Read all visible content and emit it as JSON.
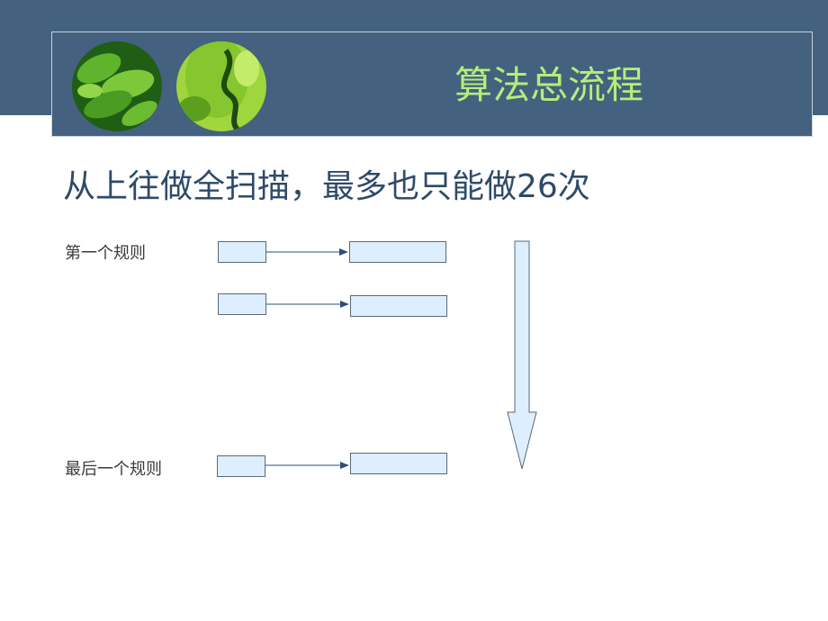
{
  "slide": {
    "title": "算法总流程",
    "subtitle": "从上往做全扫描，最多也只能做26次"
  },
  "rules": {
    "first_label": "第一个规则",
    "last_label": "最后一个规则"
  },
  "colors": {
    "header_band": "#44617f",
    "title_text": "#b4ee7a",
    "subtitle_text": "#2f4a68",
    "node_fill": "#ddeeff",
    "node_border": "#5a6878",
    "arrow_line": "#2e4c7c"
  }
}
